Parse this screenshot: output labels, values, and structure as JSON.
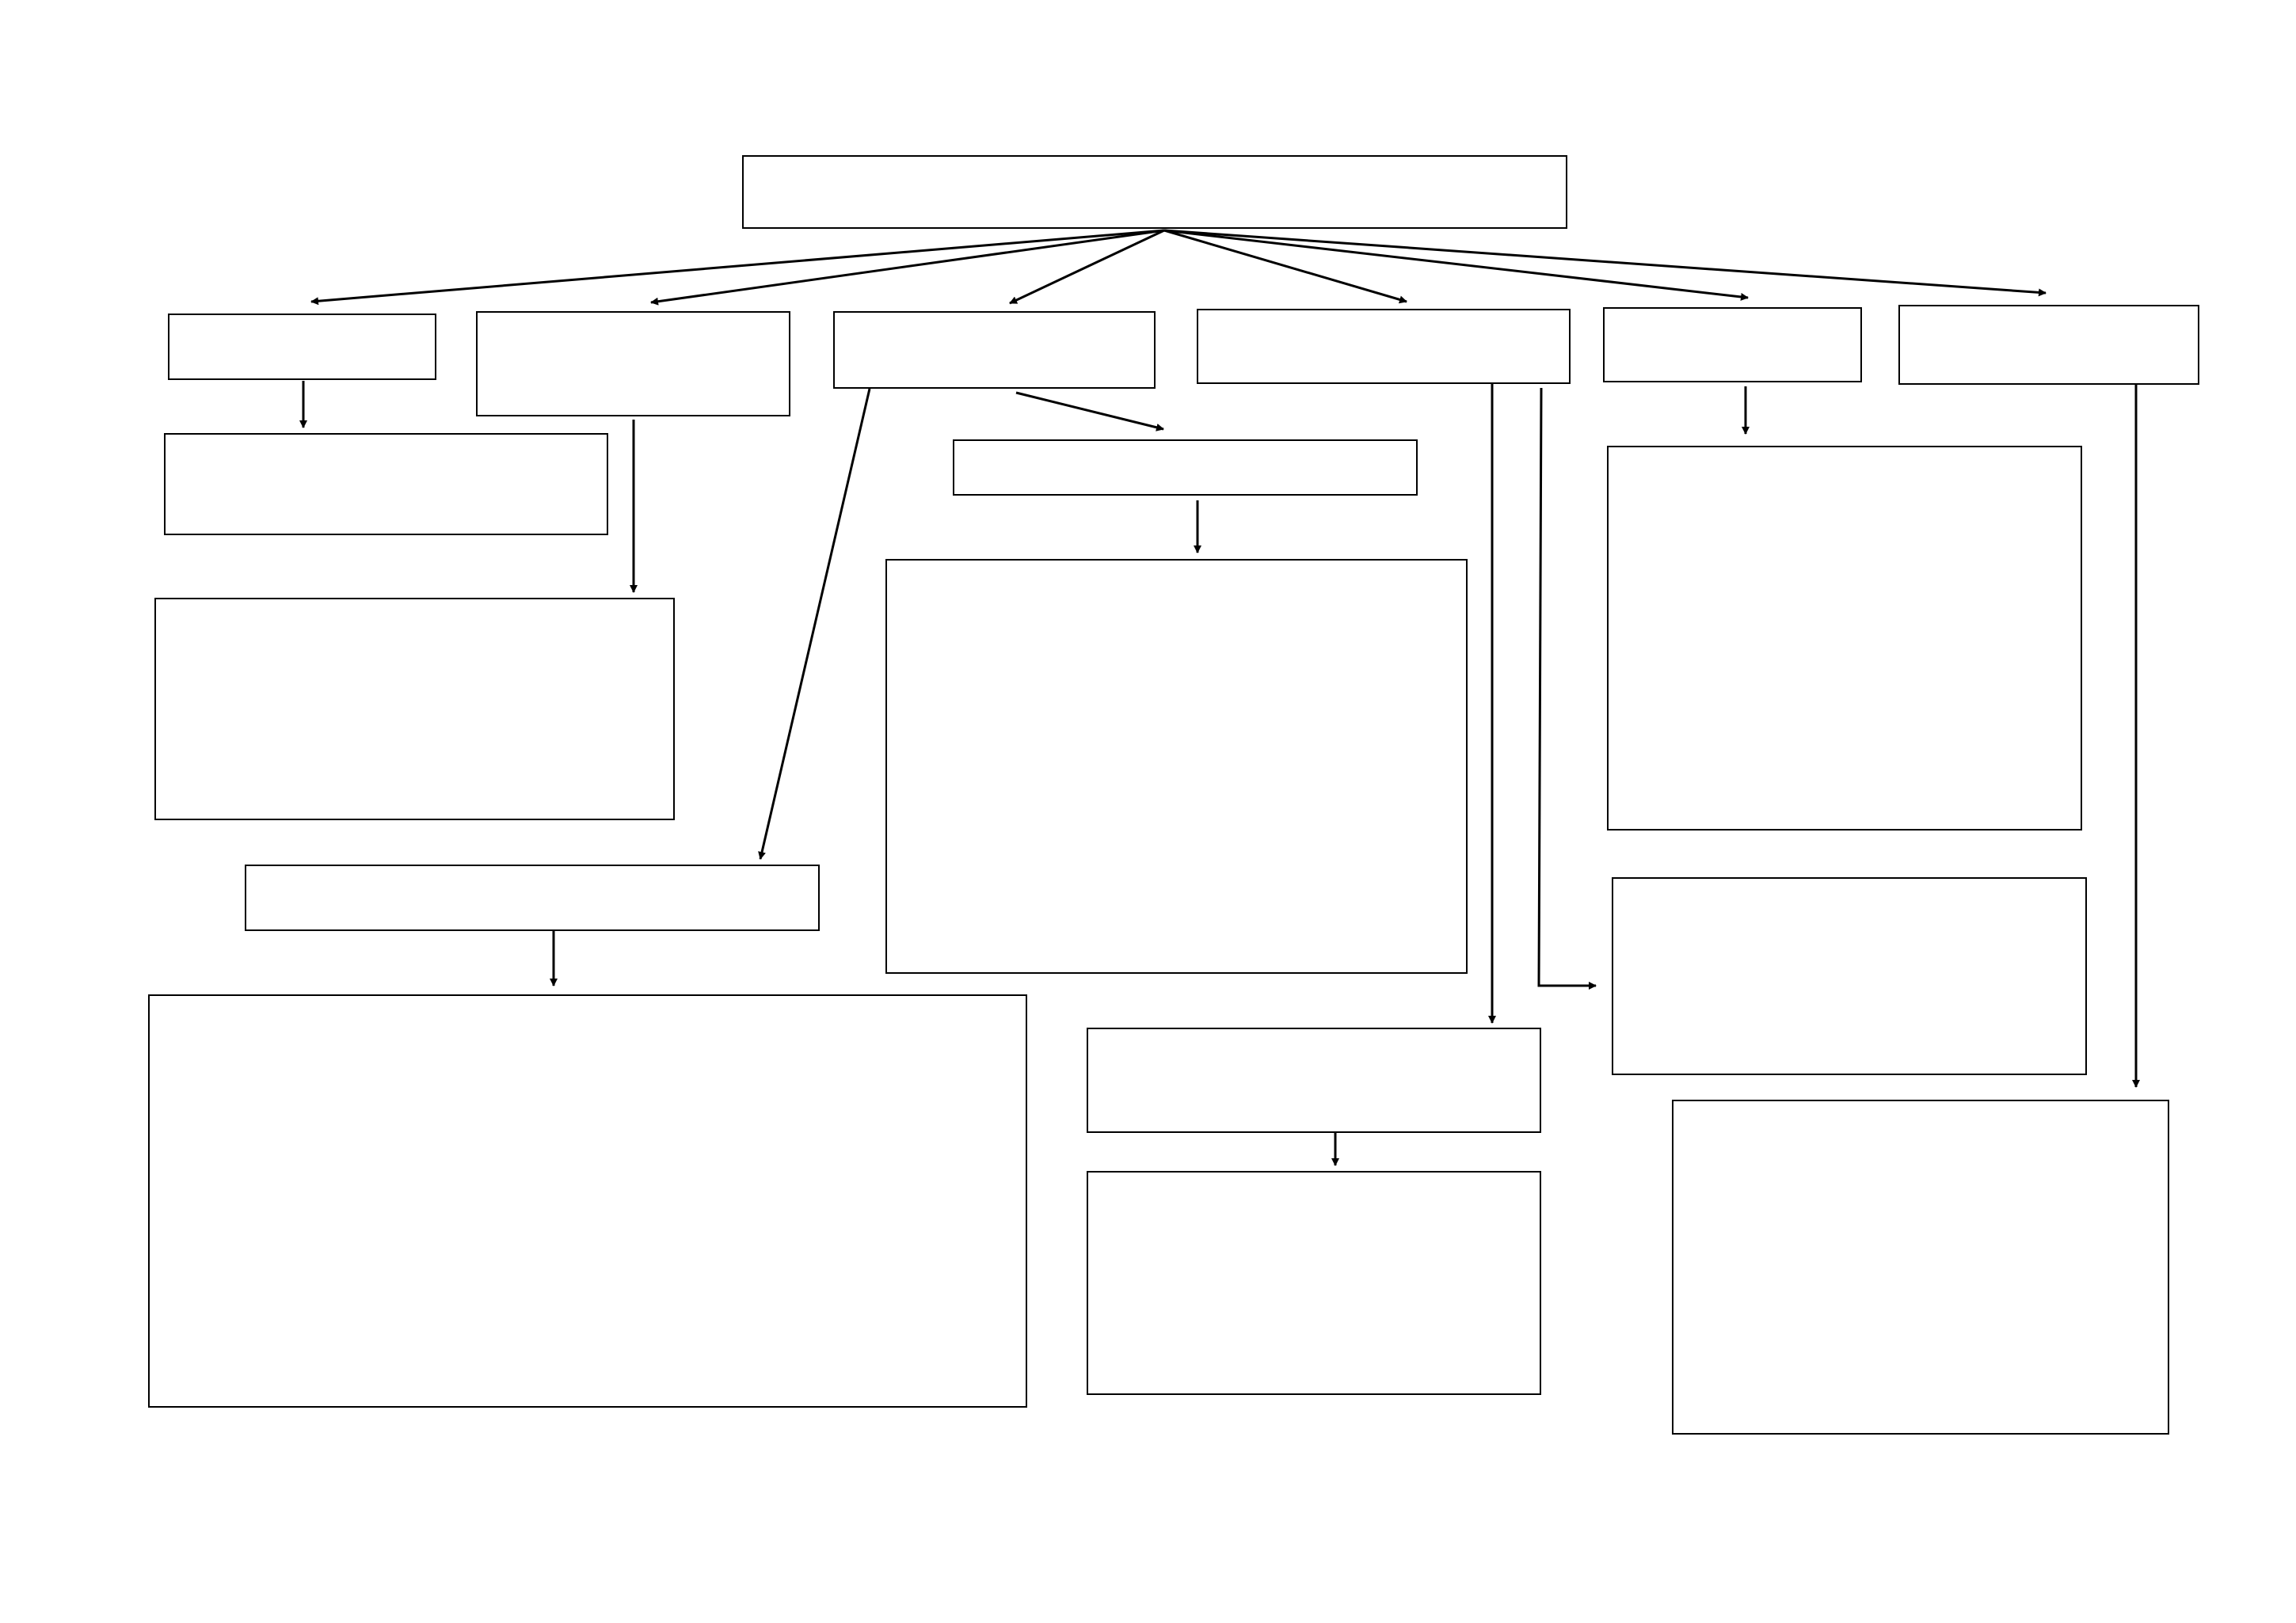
{
  "diagram": {
    "type": "flowchart-template",
    "style": {
      "background": "#ffffff",
      "box_border_color": "#000000",
      "connector_color": "#000000",
      "box_fill": "#ffffff"
    },
    "nodes": [
      {
        "id": "root",
        "text": ""
      },
      {
        "id": "l1a",
        "text": ""
      },
      {
        "id": "l1b",
        "text": ""
      },
      {
        "id": "l1c",
        "text": ""
      },
      {
        "id": "l1d",
        "text": ""
      },
      {
        "id": "l1e",
        "text": ""
      },
      {
        "id": "l1f",
        "text": ""
      },
      {
        "id": "a2",
        "text": ""
      },
      {
        "id": "b2",
        "text": ""
      },
      {
        "id": "c2",
        "text": ""
      },
      {
        "id": "c3",
        "text": ""
      },
      {
        "id": "c4",
        "text": ""
      },
      {
        "id": "c5",
        "text": ""
      },
      {
        "id": "d2",
        "text": ""
      },
      {
        "id": "d3",
        "text": ""
      },
      {
        "id": "e2",
        "text": ""
      },
      {
        "id": "e3",
        "text": ""
      },
      {
        "id": "f2",
        "text": ""
      }
    ],
    "edges": [
      {
        "from": "root",
        "to": "l1a"
      },
      {
        "from": "root",
        "to": "l1b"
      },
      {
        "from": "root",
        "to": "l1c"
      },
      {
        "from": "root",
        "to": "l1d"
      },
      {
        "from": "root",
        "to": "l1e"
      },
      {
        "from": "root",
        "to": "l1f"
      },
      {
        "from": "l1a",
        "to": "a2"
      },
      {
        "from": "l1b",
        "to": "b2"
      },
      {
        "from": "l1c",
        "to": "c2"
      },
      {
        "from": "l1c",
        "to": "c4"
      },
      {
        "from": "c2",
        "to": "c3"
      },
      {
        "from": "c4",
        "to": "c5"
      },
      {
        "from": "l1d",
        "to": "d2"
      },
      {
        "from": "l1d",
        "to": "e3"
      },
      {
        "from": "d2",
        "to": "d3"
      },
      {
        "from": "l1e",
        "to": "e2"
      },
      {
        "from": "l1f",
        "to": "f2"
      }
    ]
  }
}
